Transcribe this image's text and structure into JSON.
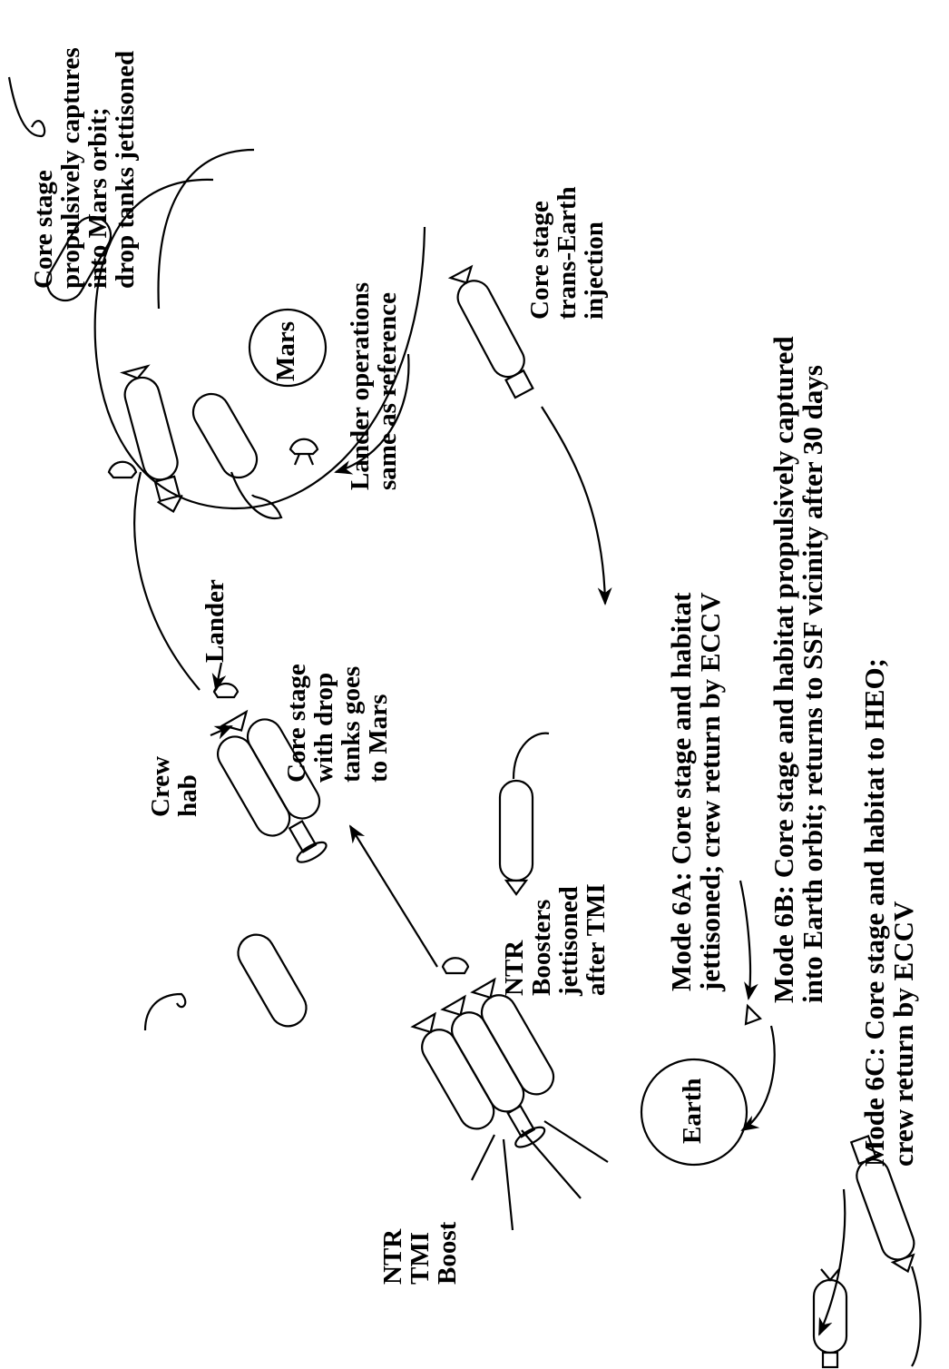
{
  "labels": {
    "ntr_tmi_boost": [
      "NTR",
      "TMI",
      "Boost"
    ],
    "crew_hab": [
      "Crew",
      "hab"
    ],
    "lander": "Lander",
    "core_stage_drop_tanks": [
      "Core stage",
      "with drop",
      "tanks goes",
      "to Mars"
    ],
    "mars_capture": [
      "Core stage",
      "propulsively captures",
      "into Mars orbit;",
      "drop tanks jettisoned"
    ],
    "mars": "Mars",
    "lander_ops": [
      "Lander operations",
      "same as reference"
    ],
    "trans_earth": [
      "Core stage",
      "trans-Earth",
      "injection"
    ],
    "ntr_boosters": [
      "NTR",
      "Boosters",
      "jettisoned",
      "after TMI"
    ],
    "earth": "Earth",
    "mode_6a": [
      "Mode 6A:  Core stage and habitat",
      "jettisoned; crew return by ECCV"
    ],
    "mode_6b": [
      "Mode 6B:  Core stage and habitat propulsively captured",
      "into Earth orbit; returns to SSF vicinity after 30 days"
    ],
    "mode_6c": [
      "Mode 6C:  Core stage and habitat to HEO;",
      "crew return by ECCV"
    ]
  },
  "colors": {
    "ink": "#000000",
    "paper": "#ffffff"
  }
}
